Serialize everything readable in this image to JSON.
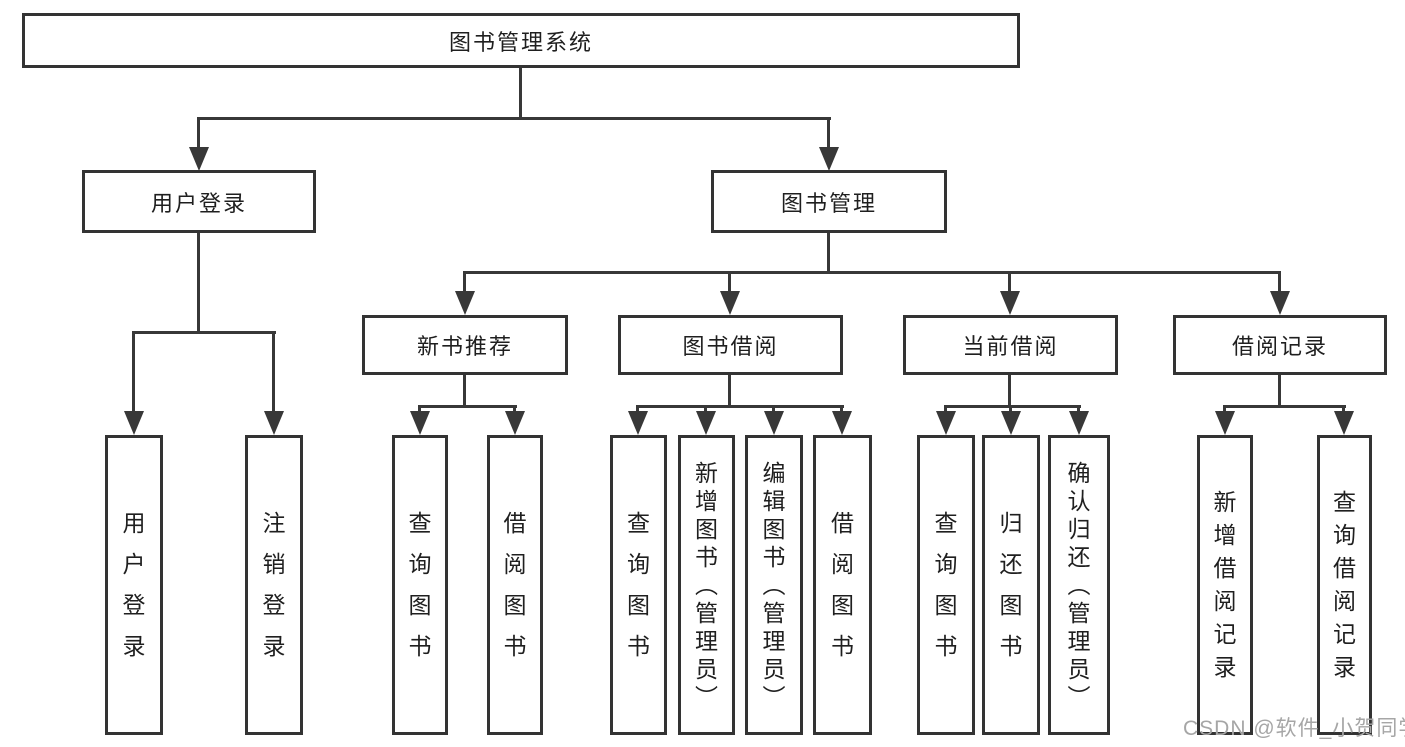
{
  "tree": {
    "root": {
      "label": "图书管理系统",
      "children": [
        {
          "label": "用户登录",
          "children": [
            "用户登录",
            "注销登录"
          ]
        },
        {
          "label": "图书管理",
          "children": [
            {
              "label": "新书推荐",
              "children": [
                "查询图书",
                "借阅图书"
              ]
            },
            {
              "label": "图书借阅",
              "children": [
                "查询图书",
                "新增图书（管理员）",
                "编辑图书（管理员）",
                "借阅图书"
              ]
            },
            {
              "label": "当前借阅",
              "children": [
                "查询图书",
                "归还图书",
                "确认归还（管理员）"
              ]
            },
            {
              "label": "借阅记录",
              "children": [
                "新增借阅记录",
                "查询借阅记录"
              ]
            }
          ]
        }
      ]
    }
  },
  "watermark": {
    "text": "CSDN @软件_小贺同学"
  },
  "colors": {
    "line": "#383838",
    "border": "#333333",
    "text": "#1f1f1f",
    "watermark": "#a6a6a6",
    "background": "#ffffff"
  }
}
